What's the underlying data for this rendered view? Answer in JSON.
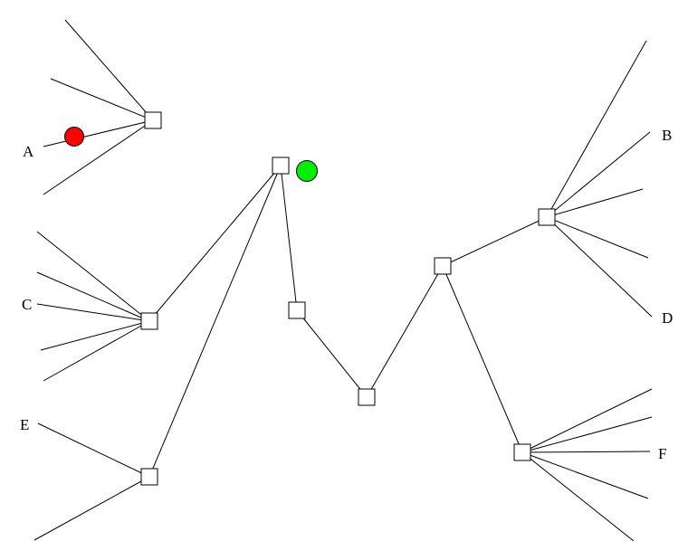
{
  "diagram": {
    "labels": [
      {
        "id": "A",
        "text": "A"
      },
      {
        "id": "B",
        "text": "B"
      },
      {
        "id": "C",
        "text": "C"
      },
      {
        "id": "D",
        "text": "D"
      },
      {
        "id": "E",
        "text": "E"
      },
      {
        "id": "F",
        "text": "F"
      }
    ],
    "markers": [
      {
        "id": "red-marker",
        "color": "#ff0000"
      },
      {
        "id": "green-marker",
        "color": "#00ee00"
      }
    ],
    "colors": {
      "line": "#000000",
      "node_fill": "#ffffff",
      "background": "#ffffff"
    }
  }
}
